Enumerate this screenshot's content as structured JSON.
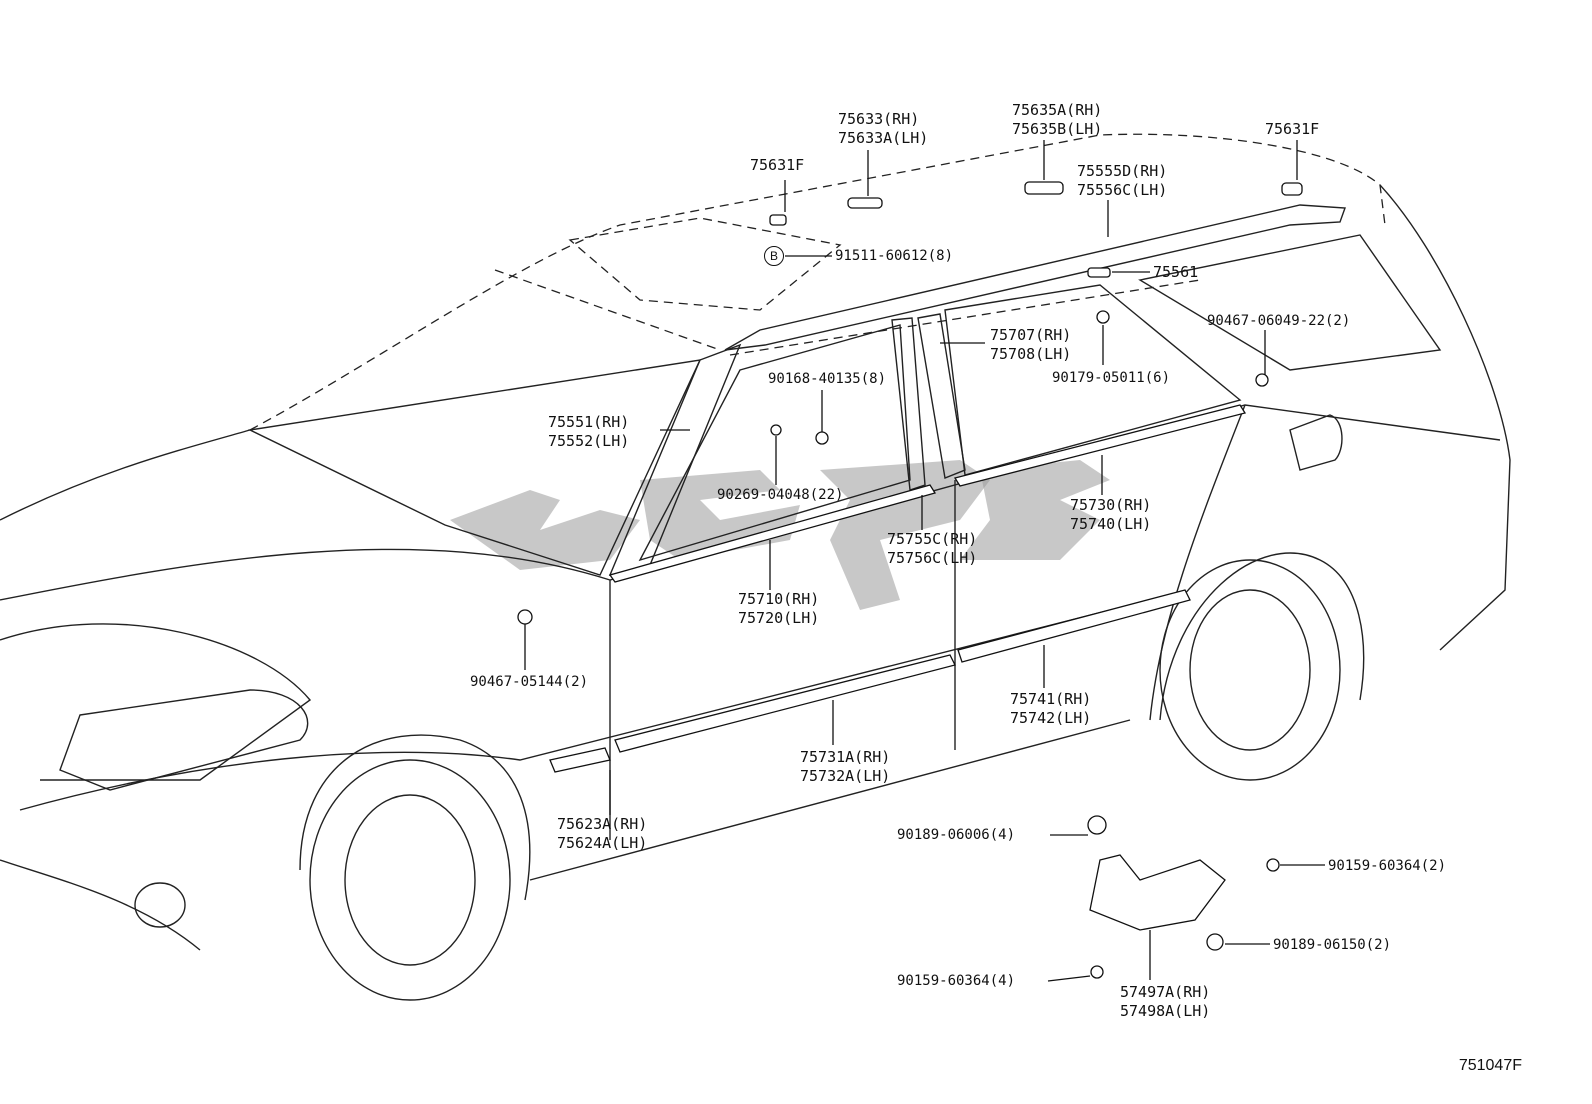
{
  "figure_number": "751047F",
  "callout_symbol": "B",
  "labels": {
    "p75633": [
      "75633(RH)",
      "75633A(LH)"
    ],
    "p75635": [
      "75635A(RH)",
      "75635B(LH)"
    ],
    "p75631F_left": [
      "75631F"
    ],
    "p75631F_right": [
      "75631F"
    ],
    "p75555": [
      "75555D(RH)",
      "75556C(LH)"
    ],
    "p91511": [
      "91511-60612(8)"
    ],
    "p75561": [
      "75561"
    ],
    "p90467_06049": [
      "90467-06049-22(2)"
    ],
    "p75707": [
      "75707(RH)",
      "75708(LH)"
    ],
    "p90179": [
      "90179-05011(6)"
    ],
    "p90168": [
      "90168-40135(8)"
    ],
    "p75551": [
      "75551(RH)",
      "75552(LH)"
    ],
    "p90269": [
      "90269-04048(22)"
    ],
    "p75730": [
      "75730(RH)",
      "75740(LH)"
    ],
    "p75755": [
      "75755C(RH)",
      "75756C(LH)"
    ],
    "p75710": [
      "75710(RH)",
      "75720(LH)"
    ],
    "p90467_05144": [
      "90467-05144(2)"
    ],
    "p75741": [
      "75741(RH)",
      "75742(LH)"
    ],
    "p75731": [
      "75731A(RH)",
      "75732A(LH)"
    ],
    "p75623": [
      "75623A(RH)",
      "75624A(LH)"
    ],
    "p90189_06006": [
      "90189-06006(4)"
    ],
    "p90159_right": [
      "90159-60364(2)"
    ],
    "p90189_06150": [
      "90189-06150(2)"
    ],
    "p90159_bottom": [
      "90159-60364(4)"
    ],
    "p57497": [
      "57497A(RH)",
      "57498A(LH)"
    ]
  }
}
